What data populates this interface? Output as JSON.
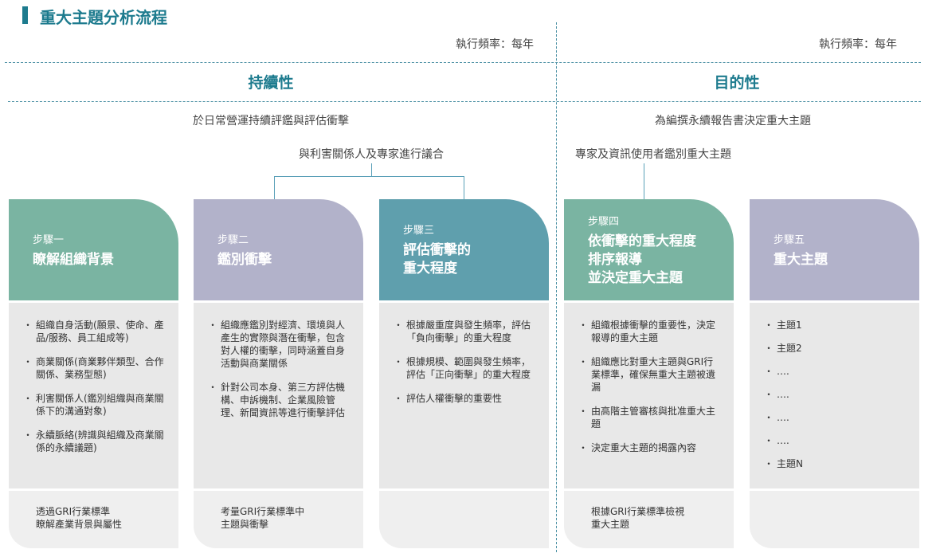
{
  "title": "重大主題分析流程",
  "frequency_left": "執行頻率：每年",
  "frequency_right": "執行頻率：每年",
  "section_left": "持續性",
  "section_right": "目的性",
  "sub_left": "於日常營運持續評鑑與評估衝擊",
  "sub_right": "為編撰永續報告書決定重大主題",
  "engage_left": "與利害關係人及專家進行議合",
  "engage_right": "專家及資訊使用者鑑別重大主題",
  "colors": {
    "accent": "#1d7b8e",
    "green": "#7ab4a2",
    "lavender": "#b2b2ca",
    "teal": "#5f9fad"
  },
  "cards": [
    {
      "step": "步驟一",
      "title": "瞭解組織背景",
      "items": [
        "組織自身活動(願景、使命、產品/服務、員工組成等)",
        "商業關係(商業夥伴類型、合作關係、業務型態)",
        "利害關係人(鑑別組織與商業關係下的溝通對象)",
        "永續脈絡(辨識與組織及商業關係的永續議題)"
      ],
      "footer": "透過GRI行業標準\n瞭解產業背景與屬性"
    },
    {
      "step": "步驟二",
      "title": "鑑別衝擊",
      "items": [
        "組織應鑑別對經濟、環境與人產生的實際與潛在衝擊，包含對人權的衝擊，同時涵蓋自身活動與商業關係",
        "針對公司本身、第三方評估機構、申訴機制、企業風險管理、新聞資訊等進行衝擊評估"
      ],
      "footer": "考量GRI行業標準中\n主題與衝擊"
    },
    {
      "step": "步驟三",
      "title": "評估衝擊的\n重大程度",
      "items": [
        "根據嚴重度與發生頻率，評估「負向衝擊」的重大程度",
        "根據規模、範圍與發生頻率，評估「正向衝擊」的重大程度",
        "評估人權衝擊的重要性"
      ],
      "footer": ""
    },
    {
      "step": "步驟四",
      "title": "依衝擊的重大程度\n排序報導\n並決定重大主題",
      "items": [
        "組織根據衝擊的重要性，決定報導的重大主題",
        "組織應比對重大主題與GRI行業標準，確保無重大主題被遺漏",
        "由高階主管審核與批准重大主題",
        "決定重大主題的揭露內容"
      ],
      "footer": "根據GRI行業標準檢視\n重大主題"
    },
    {
      "step": "步驟五",
      "title": "重大主題",
      "items": [
        "主題1",
        "主題2",
        "….",
        "….",
        "….",
        "….",
        "主題N"
      ],
      "footer": ""
    }
  ]
}
